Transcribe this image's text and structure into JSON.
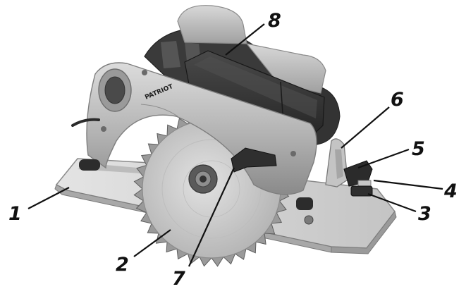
{
  "brand": "PATRIOT",
  "colors": {
    "housing": "#b4b4b4",
    "housing_light": "#d2d2d2",
    "housing_dark": "#7e7e7e",
    "motor_dark": "#3a3a3a",
    "battery": "#2f2f2f",
    "blade": "#c9c9c9",
    "base_plate": "#d4d4d4",
    "labels": "#111111"
  },
  "callouts": [
    {
      "id": "1",
      "label": "1",
      "part": "base-plate"
    },
    {
      "id": "2",
      "label": "2",
      "part": "saw-blade"
    },
    {
      "id": "3",
      "label": "3",
      "part": "bevel-lock-lever"
    },
    {
      "id": "4",
      "label": "4",
      "part": "bevel-scale"
    },
    {
      "id": "5",
      "label": "5",
      "part": "rip-fence-lock"
    },
    {
      "id": "6",
      "label": "6",
      "part": "front-bevel-bracket"
    },
    {
      "id": "7",
      "label": "7",
      "part": "spindle-lock-lever"
    },
    {
      "id": "8",
      "label": "8",
      "part": "battery-pack"
    }
  ]
}
